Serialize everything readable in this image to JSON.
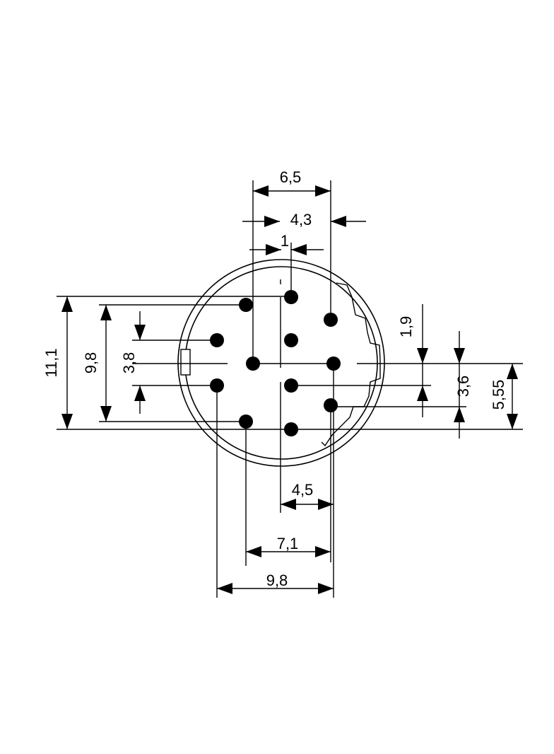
{
  "dimensions": {
    "top_6_5": "6,5",
    "top_4_3": "4,3",
    "top_1": "1",
    "left_11_1": "11,1",
    "left_9_8": "9,8",
    "left_3_8": "3,8",
    "right_1_9": "1,9",
    "right_3_6": "3,6",
    "right_5_55": "5,55",
    "bottom_4_5": "4,5",
    "bottom_7_1": "7,1",
    "bottom_9_8": "9,8"
  },
  "pin_count": 12
}
